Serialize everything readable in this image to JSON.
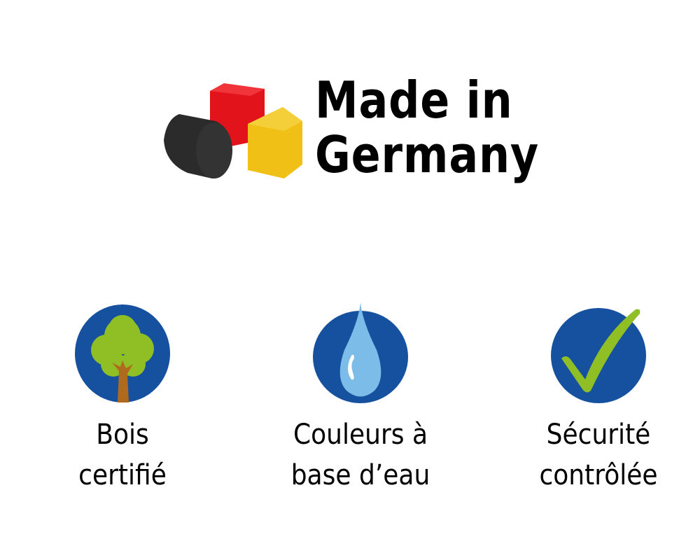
{
  "logo": {
    "line1": "Made in",
    "line2": "Germany",
    "colors": {
      "black": "#2b2b2b",
      "red": "#e3131b",
      "yellow": "#f0c017"
    }
  },
  "features": [
    {
      "icon": "tree-icon",
      "line1": "Bois",
      "line2": "certifié"
    },
    {
      "icon": "water-drop-icon",
      "line1": "Couleurs à",
      "line2": "base d’eau"
    },
    {
      "icon": "checkmark-icon",
      "line1": "Sécurité",
      "line2": "contrôlée"
    }
  ],
  "colors": {
    "circle": "#1651a0",
    "green": "#8fbf24",
    "trunk": "#b06a1e",
    "drop": "#7bbde8"
  }
}
